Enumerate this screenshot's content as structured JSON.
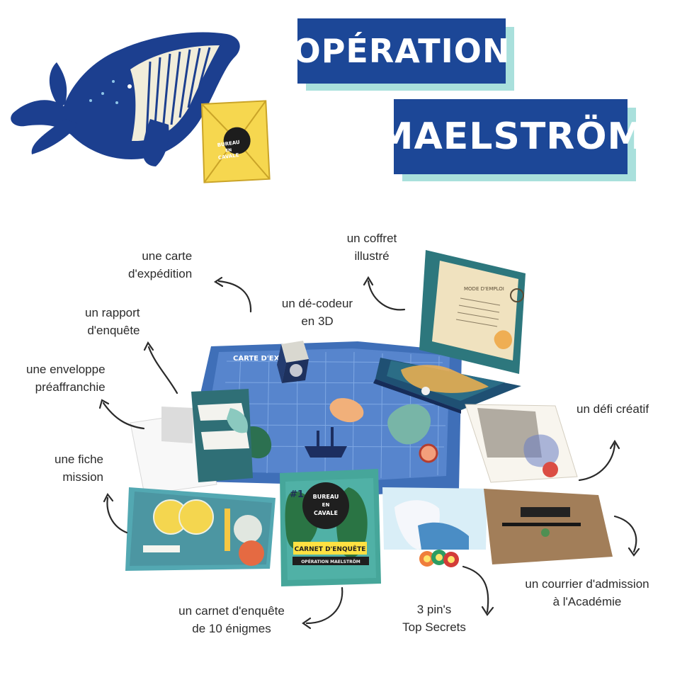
{
  "title": {
    "line1": "OPÉRATION",
    "line2": "MAELSTRÖM"
  },
  "illustration": {
    "envelope_text_line1": "BUREAU",
    "envelope_text_line2": "EN",
    "envelope_text_line3": "CAVALE"
  },
  "product": {
    "map_title": "CARTE D'EXP",
    "carnet_label_top": "#1",
    "carnet_bureau_line1": "BUREAU",
    "carnet_bureau_line2": "EN",
    "carnet_bureau_line3": "CAVALE",
    "carnet_title": "CARNET D'ENQUÊTE",
    "carnet_subtitle": "OPÉRATION MAELSTRÖM",
    "box_note_title": "MODE D'EMPLOI",
    "colors": {
      "title_blue": "#1c4797",
      "title_shadow": "#a9e0dc",
      "map_blue": "#3f6fb8",
      "teal": "#2e6f74",
      "yellow": "#f4d94f"
    }
  },
  "labels": {
    "carte": [
      "une carte",
      "d'expédition"
    ],
    "rapport": [
      "un rapport",
      "d'enquête"
    ],
    "enveloppe": [
      "une enveloppe",
      "préaffranchie"
    ],
    "fiche": [
      "une fiche",
      "mission"
    ],
    "coffret": [
      "un coffret",
      "illustré"
    ],
    "decodeur": [
      "un dé-codeur",
      "en 3D"
    ],
    "defi": [
      "un défi créatif"
    ],
    "courrier": [
      "un courrier d'admission",
      "à l'Académie"
    ],
    "pins": [
      "3 pin's",
      "Top Secrets"
    ],
    "carnet": [
      "un carnet d'enquête",
      "de 10 énigmes"
    ]
  }
}
